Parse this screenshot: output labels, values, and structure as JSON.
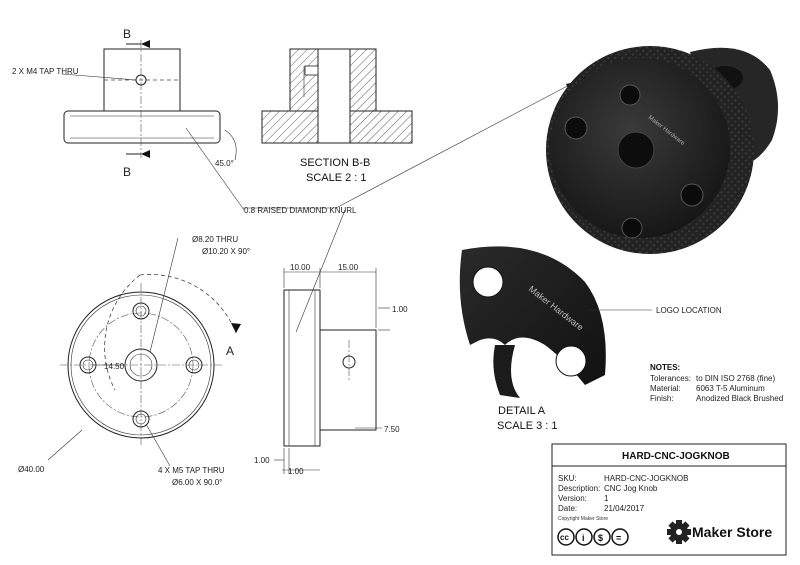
{
  "labels": {
    "section_arrow": "B",
    "tap_m4": "2 X M4 TAP THRU",
    "chamfer_angle": "45.0°",
    "section_title": "SECTION B-B",
    "section_scale": "SCALE 2 : 1",
    "knurl": "0.8 RAISED DIAMOND KNURL",
    "thru_hole": "Ø8.20  THRU",
    "countersink": "Ø10.20 X 90°",
    "pcd": "14.50",
    "detail_ref": "A",
    "tap_m5": "4 X M5 TAP THRU",
    "tap_m5_cs": "Ø6.00 X 90.0°",
    "outer_dia": "Ø40.00",
    "dim_10": "10.00",
    "dim_15": "15.00",
    "dim_1_top": "1.00",
    "dim_7_5": "7.50",
    "dim_1_left": "1.00",
    "dim_1_bottom": "1.00",
    "logo_location": "LOGO LOCATION",
    "detail_title": "DETAIL  A",
    "detail_scale": "SCALE 3 : 1",
    "engraving": "Maker Hardware"
  },
  "notes": {
    "heading": "NOTES:",
    "rows": [
      {
        "key": "Tolerances:",
        "value": "to DIN ISO 2768 (fine)"
      },
      {
        "key": "Material:",
        "value": "6063 T-5 Aluminum"
      },
      {
        "key": "Finish:",
        "value": "Anodized Black Brushed"
      }
    ]
  },
  "title_block": {
    "title": "HARD-CNC-JOGKNOB",
    "rows": [
      {
        "key": "SKU:",
        "value": "HARD-CNC-JOGKNOB"
      },
      {
        "key": "Description:",
        "value": "CNC Jog Knob"
      },
      {
        "key": "Version:",
        "value": "1"
      },
      {
        "key": "Date:",
        "value": "21/04/2017"
      }
    ],
    "copyright": "Copyright Maker Store",
    "cc_badges": [
      "cc",
      "i",
      "$",
      "="
    ],
    "brand": "Maker Store"
  },
  "colors": {
    "line": "#222222",
    "part_dark": "#1c1c1c",
    "part_mid": "#2e2e2e",
    "part_light": "#555555"
  }
}
